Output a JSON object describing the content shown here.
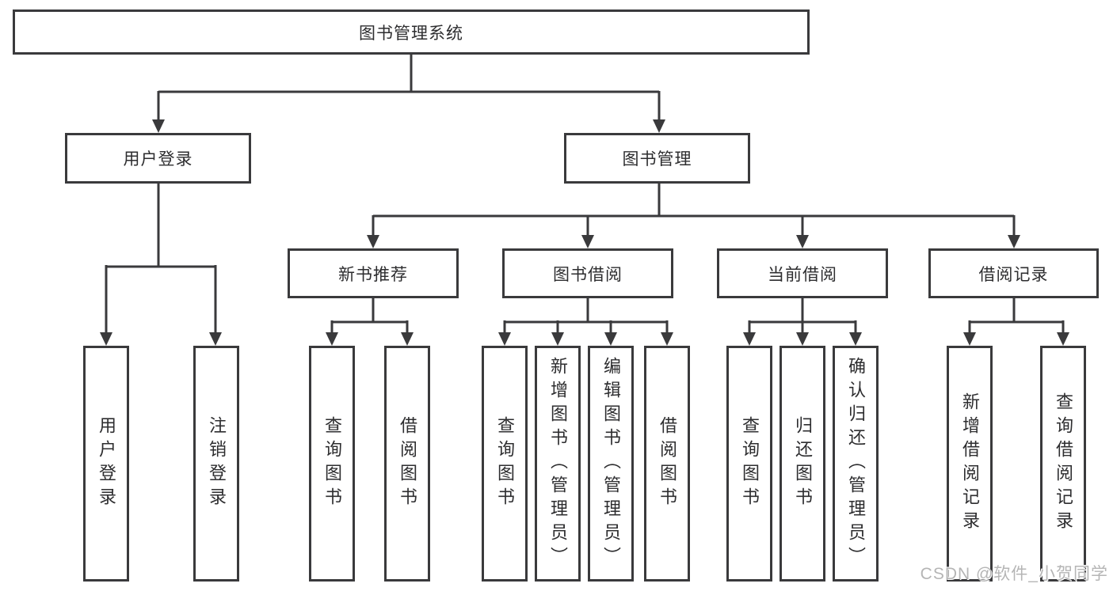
{
  "diagram": {
    "title": "图书管理系统",
    "branches": {
      "user_login": {
        "label": "用户登录",
        "children": [
          "用户登录",
          "注销登录"
        ]
      },
      "book_management": {
        "label": "图书管理",
        "sections": [
          {
            "label": "新书推荐",
            "children": [
              "查询图书",
              "借阅图书"
            ]
          },
          {
            "label": "图书借阅",
            "children": [
              "查询图书",
              "新增图书（管理员）",
              "编辑图书（管理员）",
              "借阅图书"
            ]
          },
          {
            "label": "当前借阅",
            "children": [
              "查询图书",
              "归还图书",
              "确认归还（管理员）"
            ]
          },
          {
            "label": "借阅记录",
            "children": [
              "新增借阅记录",
              "查询借阅记录"
            ]
          }
        ]
      }
    }
  },
  "watermark": {
    "text": "CSDN @软件_小贺同学"
  },
  "colors": {
    "line": "#3a3a3c",
    "box_border": "#3a3a3c",
    "text": "#2d2d2f",
    "watermark": "#b5b5b5",
    "background": "#ffffff"
  }
}
